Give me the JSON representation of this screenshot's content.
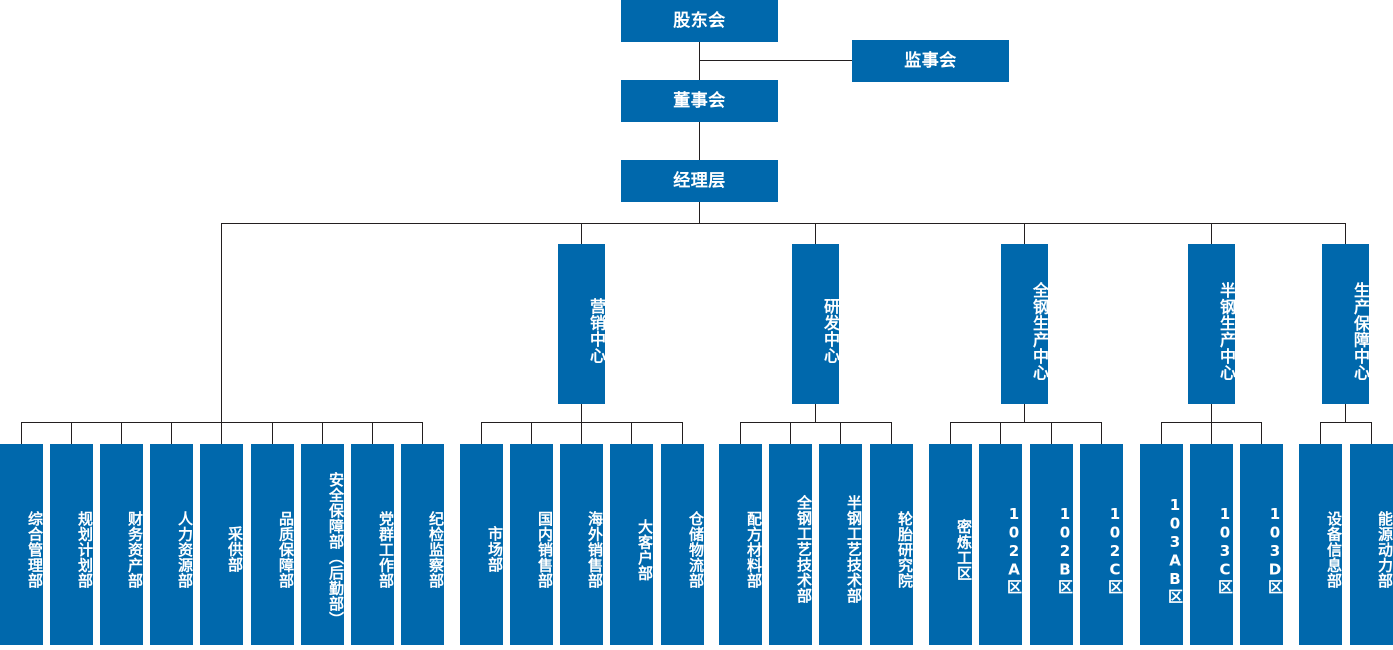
{
  "title": "组织架构图",
  "colors": {
    "node_fill": "#0068ac",
    "node_text": "#ffffff",
    "connector": "#231f20",
    "background": "#ffffff"
  },
  "governance": {
    "shareholders": "股东会",
    "supervisors": "监事会",
    "board": "董事会",
    "management": "经理层"
  },
  "centers": [
    {
      "label": "营销中心"
    },
    {
      "label": "研发中心"
    },
    {
      "label": "全钢生产中心"
    },
    {
      "label": "半钢生产中心"
    },
    {
      "label": "生产保障中心"
    }
  ],
  "functional_departments": [
    "综合管理部",
    "规划计划部",
    "财务资产部",
    "人力资源部",
    "采供部",
    "品质保障部",
    "安全保障部（后勤部）",
    "党群工作部",
    "纪检监察部"
  ],
  "marketing_center_departments": [
    "市场部",
    "国内销售部",
    "海外销售部",
    "大客户部",
    "仓储物流部"
  ],
  "rd_center_departments": [
    "配方材料部",
    "全钢工艺技术部",
    "半钢工艺技术部",
    "轮胎研究院"
  ],
  "full_steel_center_departments": [
    "密炼工区",
    "102A区",
    "102B区",
    "102C区"
  ],
  "semi_steel_center_departments": [
    "103AB区",
    "103C区",
    "103D区"
  ],
  "production_support_center_departments": [
    "设备信息部",
    "能源动力部"
  ]
}
